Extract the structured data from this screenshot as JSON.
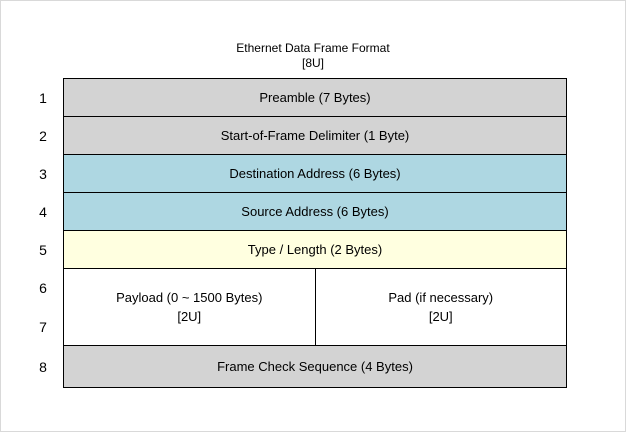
{
  "title": {
    "line1": "Ethernet Data Frame Format",
    "line2": "[8U]"
  },
  "colors": {
    "gray": "#d3d3d3",
    "blue": "#aed7e2",
    "yellow": "#ffffe0",
    "white": "#ffffff",
    "border": "#000000"
  },
  "rows": [
    {
      "num": "1",
      "label": "Preamble (7 Bytes)"
    },
    {
      "num": "2",
      "label": "Start-of-Frame Delimiter (1 Byte)"
    },
    {
      "num": "3",
      "label": "Destination Address (6 Bytes)"
    },
    {
      "num": "4",
      "label": "Source Address (6 Bytes)"
    },
    {
      "num": "5",
      "label": "Type / Length (2 Bytes)"
    },
    {
      "num": "6"
    },
    {
      "num": "7"
    },
    {
      "num": "8",
      "label": "Frame Check Sequence (4 Bytes)"
    }
  ],
  "payload": {
    "line1": "Payload (0 ~ 1500 Bytes)",
    "line2": "[2U]"
  },
  "pad": {
    "line1": "Pad (if necessary)",
    "line2": "[2U]"
  }
}
